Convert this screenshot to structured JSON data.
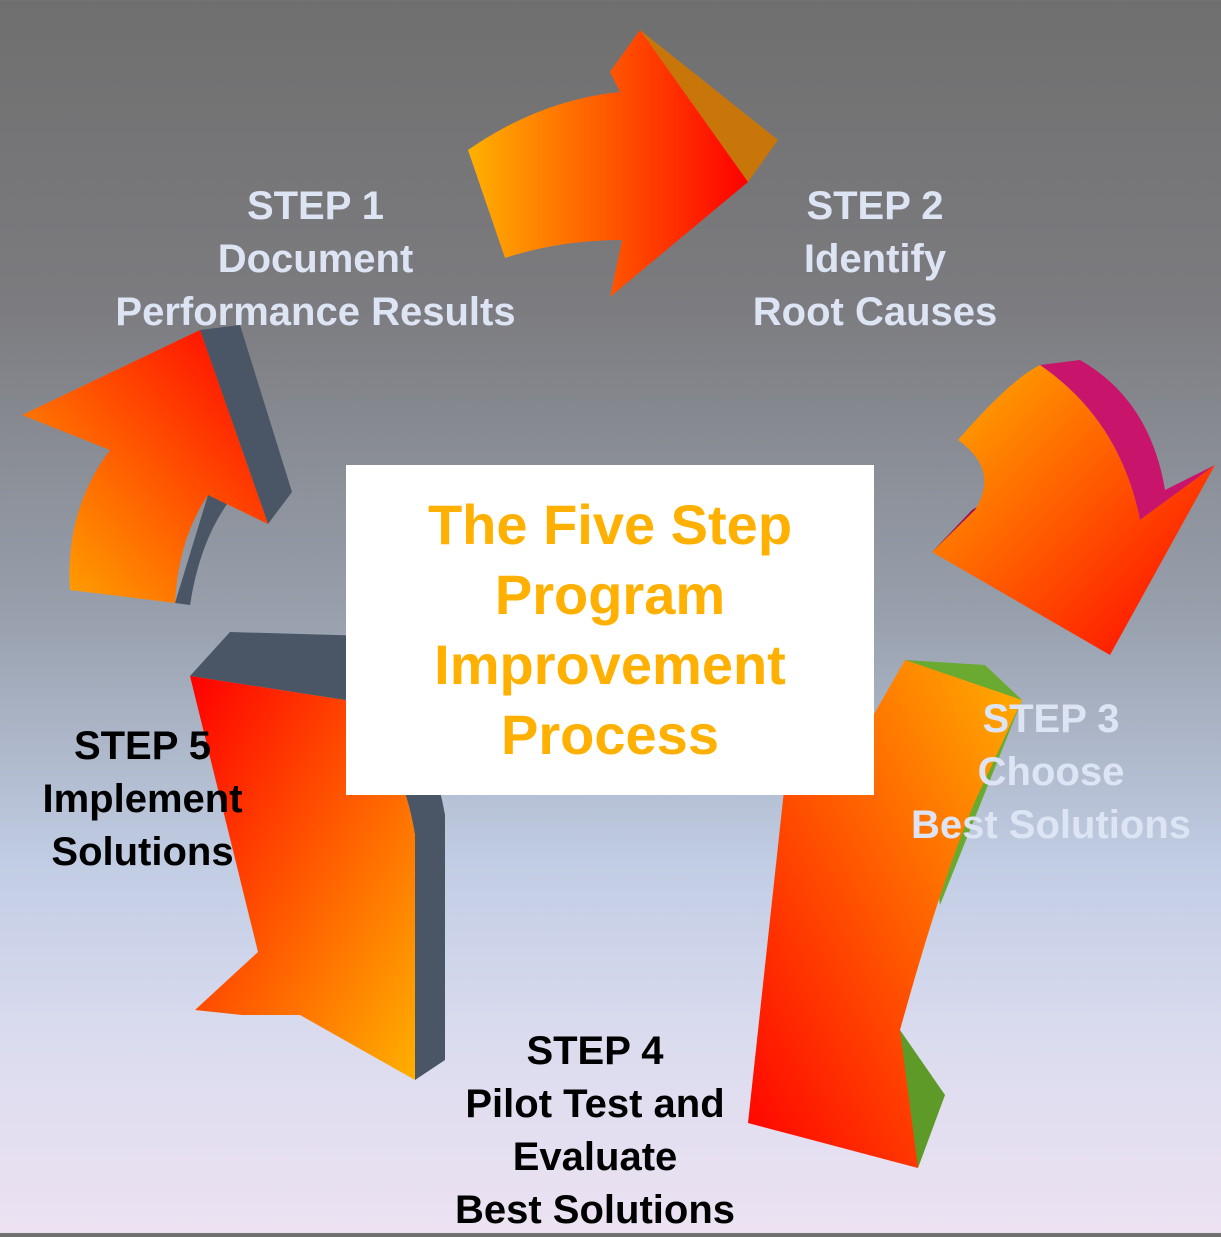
{
  "title": [
    "The Five Step",
    "Program",
    "Improvement",
    "Process"
  ],
  "colors": {
    "title": "#ffb000",
    "arrow_face_light": "#ffb000",
    "arrow_face_dark": "#ff0000",
    "arrow1_side": "#c8760a",
    "arrow2_side": "#c8146a",
    "arrow3_side": "#6aaa30",
    "arrow4_side": "#4a5566",
    "arrow5_side": "#4a5566"
  },
  "steps": [
    {
      "step": "STEP 1",
      "lines": [
        "Document",
        "Performance Results"
      ],
      "color": "#dde4f4"
    },
    {
      "step": "STEP 2",
      "lines": [
        "Identify",
        "Root Causes"
      ],
      "color": "#dde4f4"
    },
    {
      "step": "STEP 3",
      "lines": [
        "Choose",
        "Best Solutions"
      ],
      "color": "#dde4f4"
    },
    {
      "step": "STEP 4",
      "lines": [
        "Pilot Test and",
        "Evaluate",
        "Best Solutions"
      ],
      "color": "#000000"
    },
    {
      "step": "STEP 5",
      "lines": [
        "Implement",
        "Solutions"
      ],
      "color": "#000000"
    }
  ]
}
